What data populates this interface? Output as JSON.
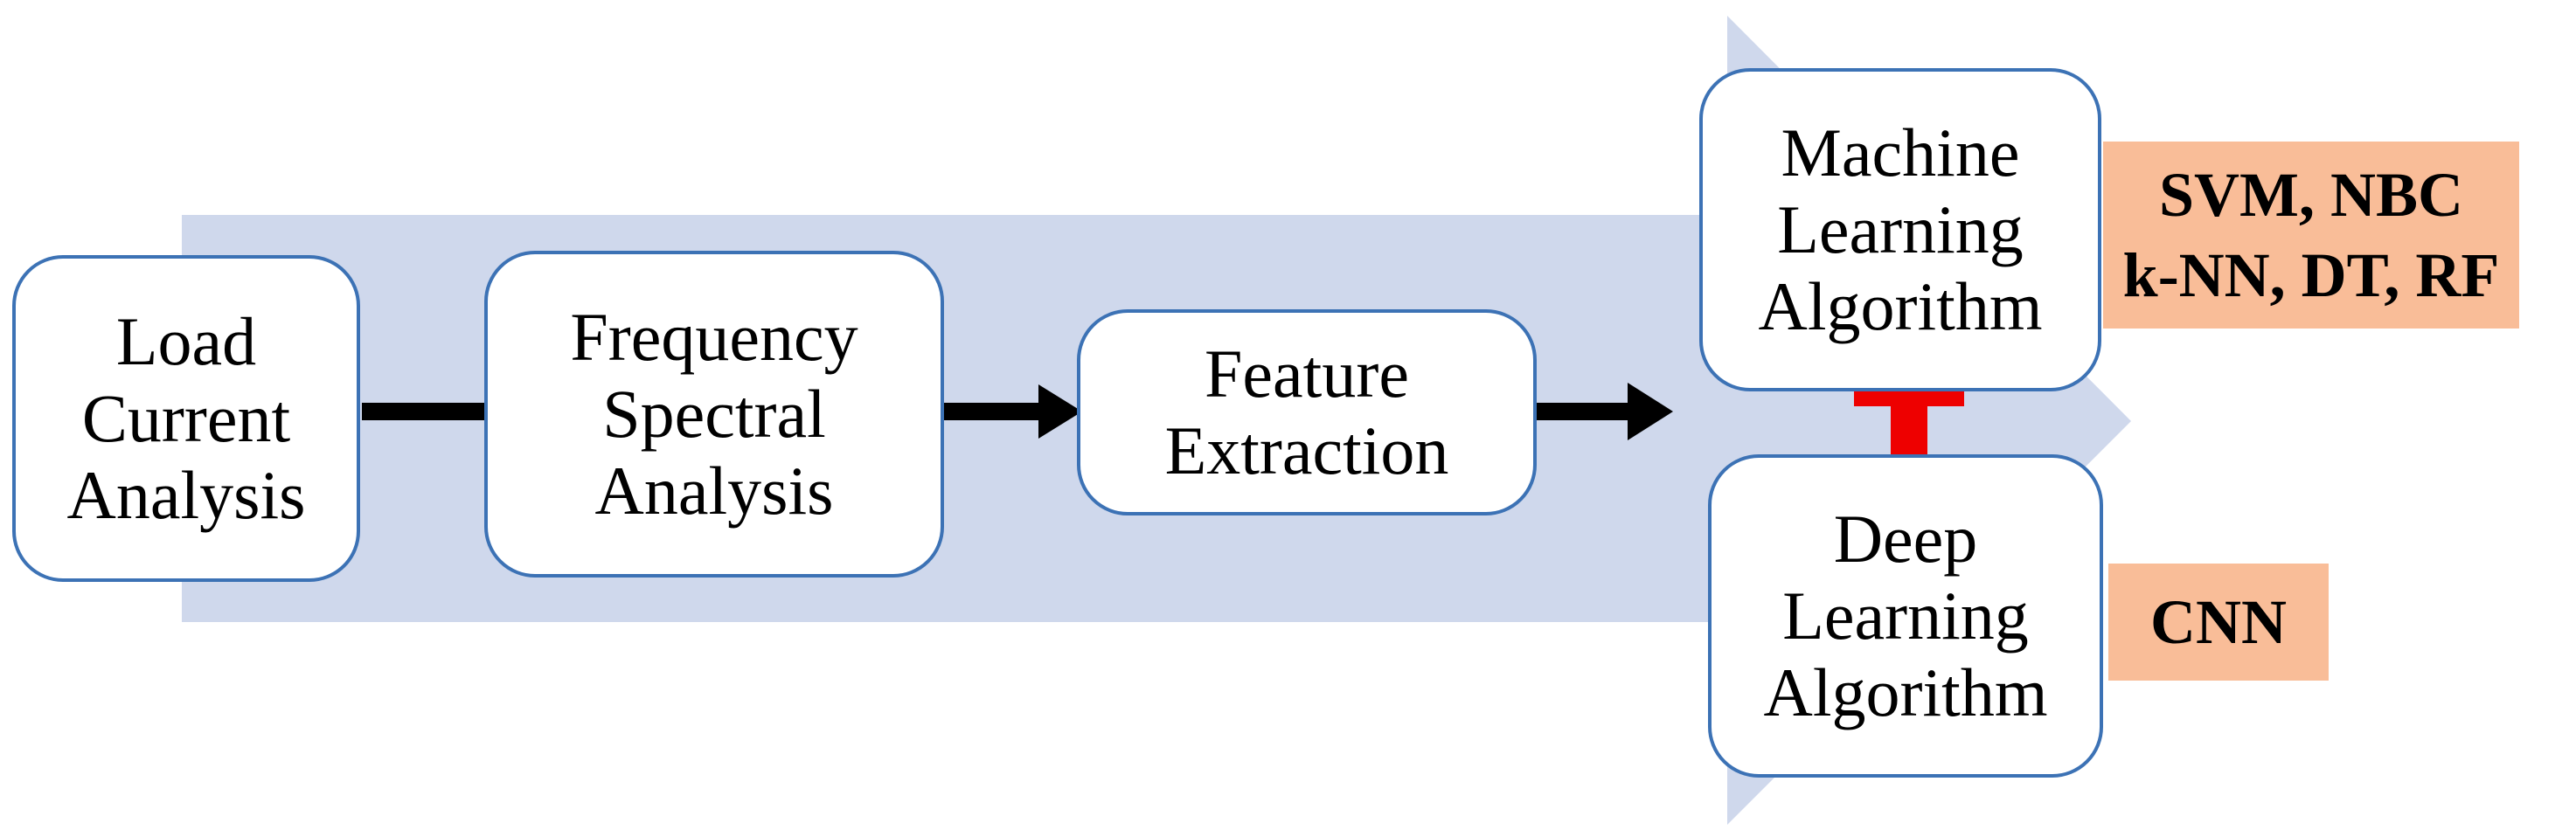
{
  "colors": {
    "band": "#cfd8ec",
    "box_border": "#3c72b5",
    "box_fill": "#ffffff",
    "arrow": "#000000",
    "plus": "#ee0000",
    "tag_fill": "#f9bd98",
    "text": "#000000"
  },
  "nodes": {
    "load": {
      "lines": [
        "Load",
        "Current",
        "Analysis"
      ]
    },
    "frequency": {
      "lines": [
        "Frequency",
        "Spectral",
        "Analysis"
      ]
    },
    "feature": {
      "lines": [
        "Feature",
        "Extraction"
      ]
    },
    "machine_learning": {
      "lines": [
        "Machine",
        "Learning",
        "Algorithm"
      ]
    },
    "deep_learning": {
      "lines": [
        "Deep",
        "Learning",
        "Algorithm"
      ]
    }
  },
  "tags": {
    "machine_learning": {
      "lines": [
        "SVM, NBC",
        "k-NN, DT, RF"
      ]
    },
    "deep_learning": {
      "lines": [
        "CNN"
      ]
    }
  },
  "connectors": {
    "plus_icon": "plus-icon",
    "arrow_icon": "arrow-right-icon"
  }
}
